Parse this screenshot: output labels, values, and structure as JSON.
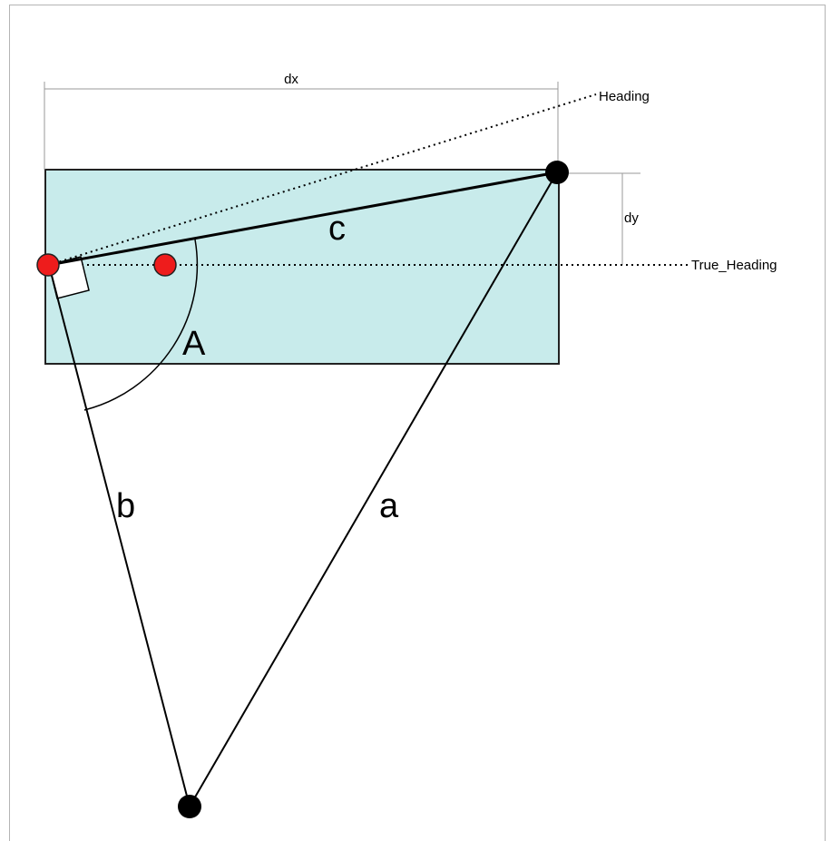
{
  "diagram": {
    "labels": {
      "dx": "dx",
      "dy": "dy",
      "heading": "Heading",
      "true_heading": "True_Heading",
      "side_a": "a",
      "side_b": "b",
      "side_c": "c",
      "angle_a": "A"
    },
    "colors": {
      "background": "#ffffff",
      "frame": "#b4b4b4",
      "box_fill": "#c8ebeb",
      "box_stroke": "#222222",
      "line": "#000000",
      "dimension_line": "#9a9a9a",
      "red_point": "#ee1c1c",
      "black_point": "#000000"
    }
  }
}
